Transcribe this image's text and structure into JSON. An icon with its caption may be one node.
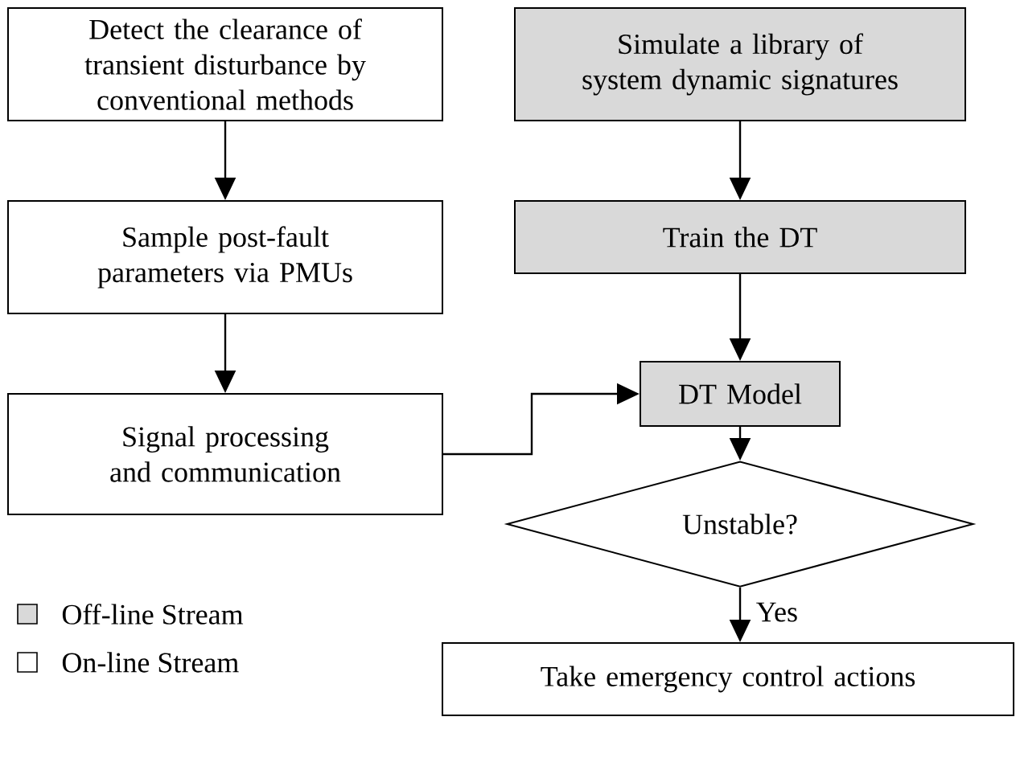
{
  "diagram": {
    "nodes": [
      {
        "text": [
          "Detect the clearance of transient disturbance by conventional methods"
        ]
      },
      {
        "text": [
          "Sample post-fault parameters via PMUs"
        ]
      },
      {
        "text": [
          "Signal processing and communication"
        ]
      },
      {
        "text": [
          "Simulate a library of system dynamic signatures"
        ]
      },
      {
        "text": [
          "Train the DT"
        ]
      },
      {
        "text": [
          "DT Model"
        ]
      },
      {
        "text": [
          "Unstable?"
        ]
      },
      {
        "text": [
          "Take emergency control actions"
        ]
      }
    ],
    "edges": [
      {
        "from": 0,
        "to": 1,
        "arrow": "to"
      },
      {
        "from": 1,
        "to": 2,
        "arrow": "to"
      },
      {
        "from": 2,
        "to": 5,
        "arrow": "to"
      },
      {
        "from": 3,
        "to": 4,
        "arrow": "to"
      },
      {
        "from": 4,
        "to": 5,
        "arrow": "to"
      },
      {
        "from": 5,
        "to": 6,
        "arrow": "to"
      },
      {
        "from": 6,
        "to": 7,
        "arrow": "to",
        "label": "Yes"
      }
    ],
    "legend": [
      {
        "text": "Off-line Stream",
        "color": "#d9d9d9"
      },
      {
        "text": "On-line Stream"
      }
    ]
  }
}
